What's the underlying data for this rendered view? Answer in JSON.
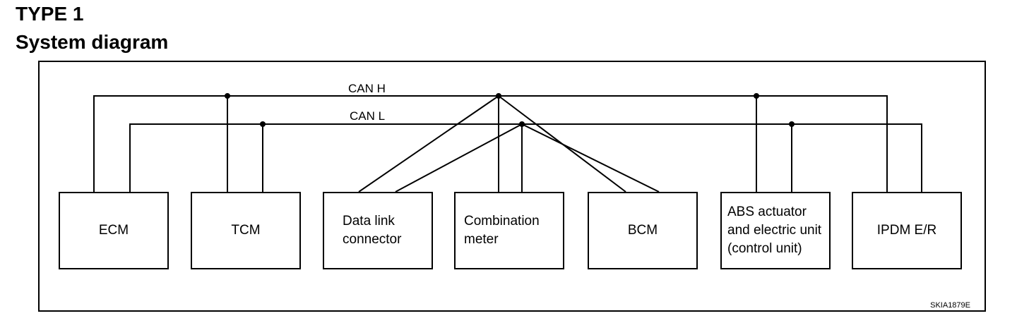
{
  "header": {
    "title": "TYPE 1",
    "subtitle": "System diagram"
  },
  "bus": {
    "can_h": "CAN H",
    "can_l": "CAN L"
  },
  "units": {
    "ecm": "ECM",
    "tcm": "TCM",
    "dlc": "Data link connector",
    "combination_meter": "Combination meter",
    "bcm": "BCM",
    "abs": "ABS actuator and electric unit (control unit)",
    "ipdm": "IPDM E/R"
  },
  "figure_code": "SKIA1879E"
}
